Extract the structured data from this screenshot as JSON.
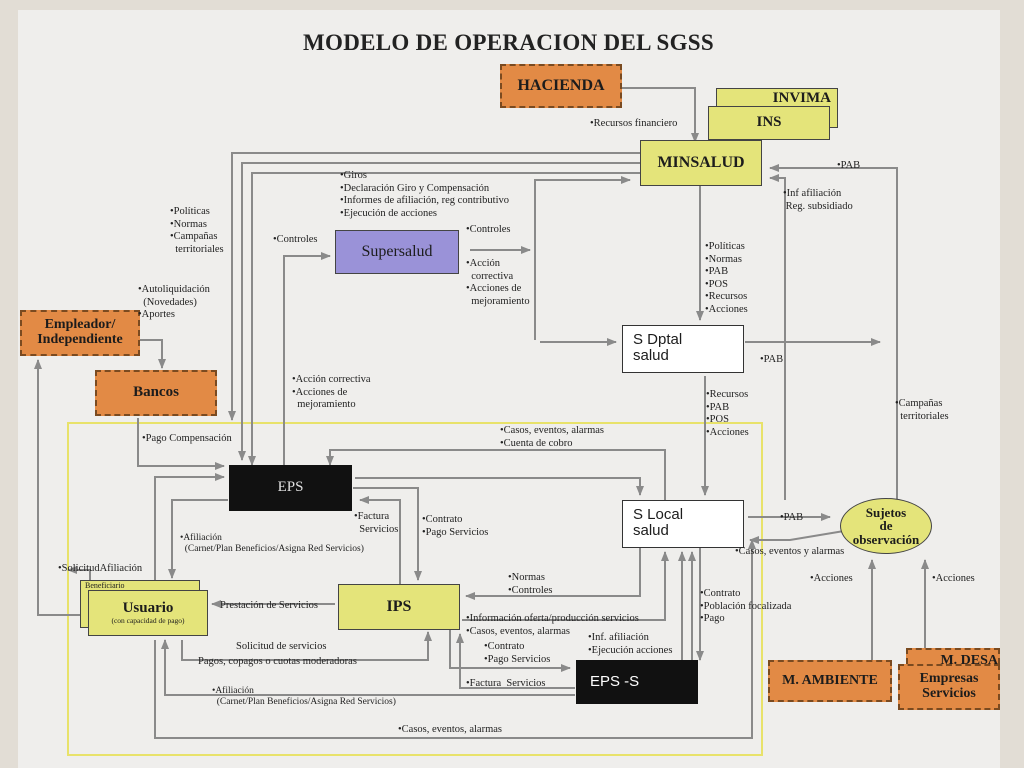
{
  "title": "MODELO DE OPERACION DEL SGSS",
  "colors": {
    "orange": "#e28a45",
    "yellow": "#e4e47a",
    "violet": "#9a92d8",
    "black": "#111111",
    "paper": "#efeeec",
    "arrow": "#8a8a8a",
    "frame": "#e8e26a"
  },
  "nodes": {
    "hacienda": "HACIENDA",
    "invima": "INVIMA",
    "ins": "INS",
    "minsalud": "MINSALUD",
    "supersalud": "Supersalud",
    "empleador": "Empleador/\nIndependiente",
    "bancos": "Bancos",
    "sdptal": "S Dptal\nsalud",
    "eps": "EPS",
    "slocal": "S Local\nsalud",
    "sujetos": "Sujetos\nde\nobservación",
    "usuario_tab": "Beneficiario",
    "usuario": "Usuario",
    "usuario_sub": "(con capacidad de pago)",
    "ips": "IPS",
    "eps_s": "EPS -S",
    "m_ambiente": "M. AMBIENTE",
    "m_desa": "M. DESA",
    "empresas": "Empresas\nServicios"
  },
  "labels": {
    "recursos_fin": "•Recursos financiero",
    "pab_top": "•PAB",
    "giros": "•Giros\n•Declaración Giro y Compensación\n•Informes de afiliación, reg contributivo\n•Ejecución de acciones",
    "politicas_left": "•Políticas\n•Normas\n•Campañas\n  territoriales",
    "controles_left": "•Controles",
    "controles_right": "•Controles",
    "accion_corr": "•Acción\n  correctiva\n•Acciones de\n  mejoramiento",
    "inf_afil": "•Inf afiliación\n Reg. subsidiado",
    "politicas_mid": "•Políticas\n•Normas\n•PAB\n•POS\n•Recursos\n•Acciones",
    "autoliq": "•Autoliquidación\n  (Novedades)\n•Aportes",
    "pab_sdptal": "•PAB",
    "accion_corr2": "•Acción correctiva\n•Acciones de\n  mejoramiento",
    "recursos_mid": "•Recursos\n•PAB\n•POS\n•Acciones",
    "campanas_right": "•Campañas\n  territoriales",
    "pago_comp": "•Pago Compensación",
    "casos_top": "•Casos, eventos, alarmas\n•Cuenta de cobro",
    "factura": "•Factura\n  Servicios",
    "contrato": "•Contrato\n•Pago Servicios",
    "afiliacion": "•Afiliación\n  (Carnet/Plan Beneficios/Asigna Red Servicios)",
    "pab_slocal": "•PAB",
    "casos_slocal": "•Casos, eventos y alarmas",
    "solicitud_afil": "•SolicitudAfiliación",
    "normas_controles": "•Normas\n•Controles",
    "acciones_1": "•Acciones",
    "acciones_2": "•Acciones",
    "prestacion": "Prestación de Servicios",
    "contrato_pob": "•Contrato\n•Población focalizada\n•Pago",
    "info_oferta": "•Información oferta/producción servicios\n•Casos, eventos, alarmas",
    "solicitud_serv": "Solicitud de servicios",
    "inf_afil2": "•Inf. afiliación\n•Ejecución acciones",
    "pagos": "Pagos, copagos o cuotas moderadoras",
    "contrato2": "•Contrato\n•Pago Servicios",
    "factura2": "•Factura  Servicios",
    "afiliacion2": "•Afiliación\n  (Carnet/Plan Beneficios/Asigna Red Servicios)",
    "casos_bottom": "•Casos, eventos, alarmas"
  }
}
